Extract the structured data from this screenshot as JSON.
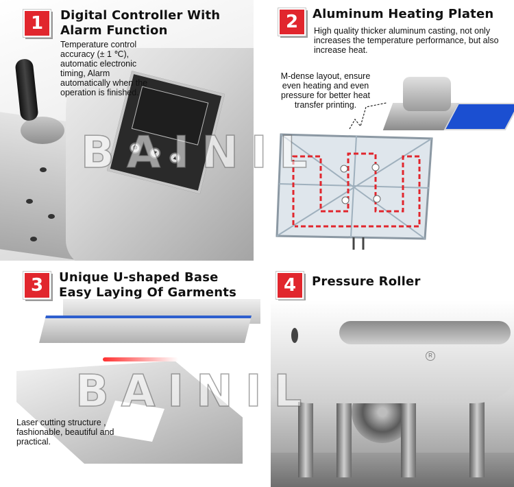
{
  "panels": [
    {
      "number": "1",
      "title_line1": "Digital Controller With",
      "title_line2": "Alarm Function",
      "description": "Temperature control accuracy (± 1 ℃), automatic electronic timing, Alarm automatically when the operation is finished."
    },
    {
      "number": "2",
      "title_line1": "Aluminum Heating Platen",
      "description": "High quality thicker aluminum casting, not only increases the temperature performance, but also increase heat.",
      "callout": "M-dense layout, ensure even heating and even pressure for better heat transfer printing."
    },
    {
      "number": "3",
      "title_line1": "Unique U-shaped Base",
      "title_line2": "Easy Laying Of Garments",
      "description": "Laser cutting structure , fashionable, beautiful and practical."
    },
    {
      "number": "4",
      "title_line1": "Pressure Roller"
    }
  ],
  "watermark_text": "BAINIL",
  "colors": {
    "badge": "#e1262d",
    "heating_path": "#e1262d",
    "platen_blue": "#1b4fd1"
  }
}
